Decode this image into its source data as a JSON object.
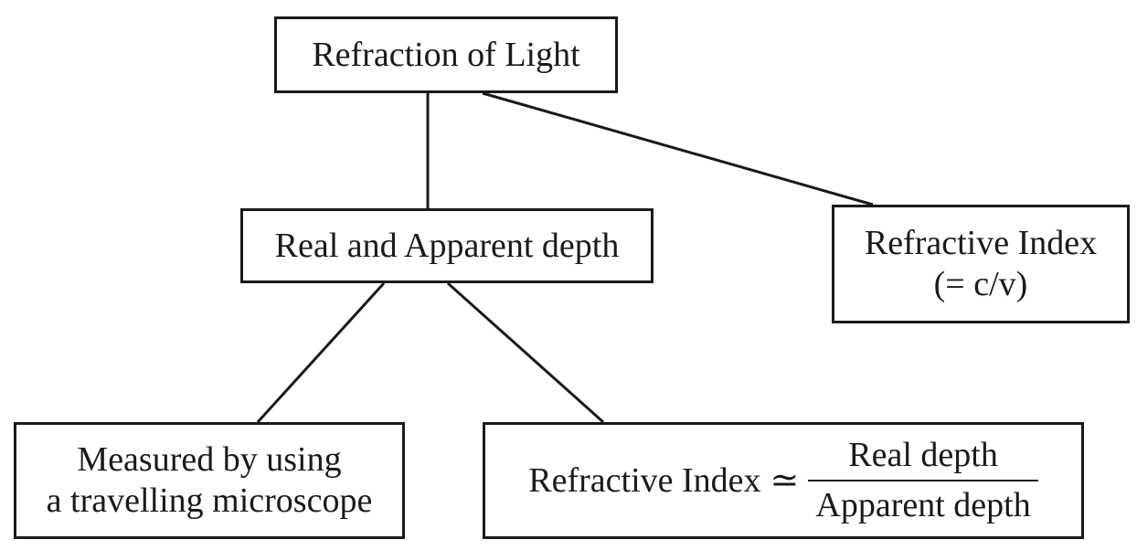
{
  "diagram": {
    "root": {
      "label": "Refraction of Light"
    },
    "depth": {
      "label": "Real and Apparent depth"
    },
    "index": {
      "line1": "Refractive Index",
      "line2": "(= c/v)"
    },
    "microscope": {
      "line1": "Measured by using",
      "line2": "a travelling microscope"
    },
    "formula": {
      "lhs": "Refractive Index",
      "relation": "≃",
      "numerator": "Real depth",
      "denominator": "Apparent depth"
    }
  },
  "colors": {
    "stroke": "#1a1a1a",
    "background": "#ffffff"
  }
}
